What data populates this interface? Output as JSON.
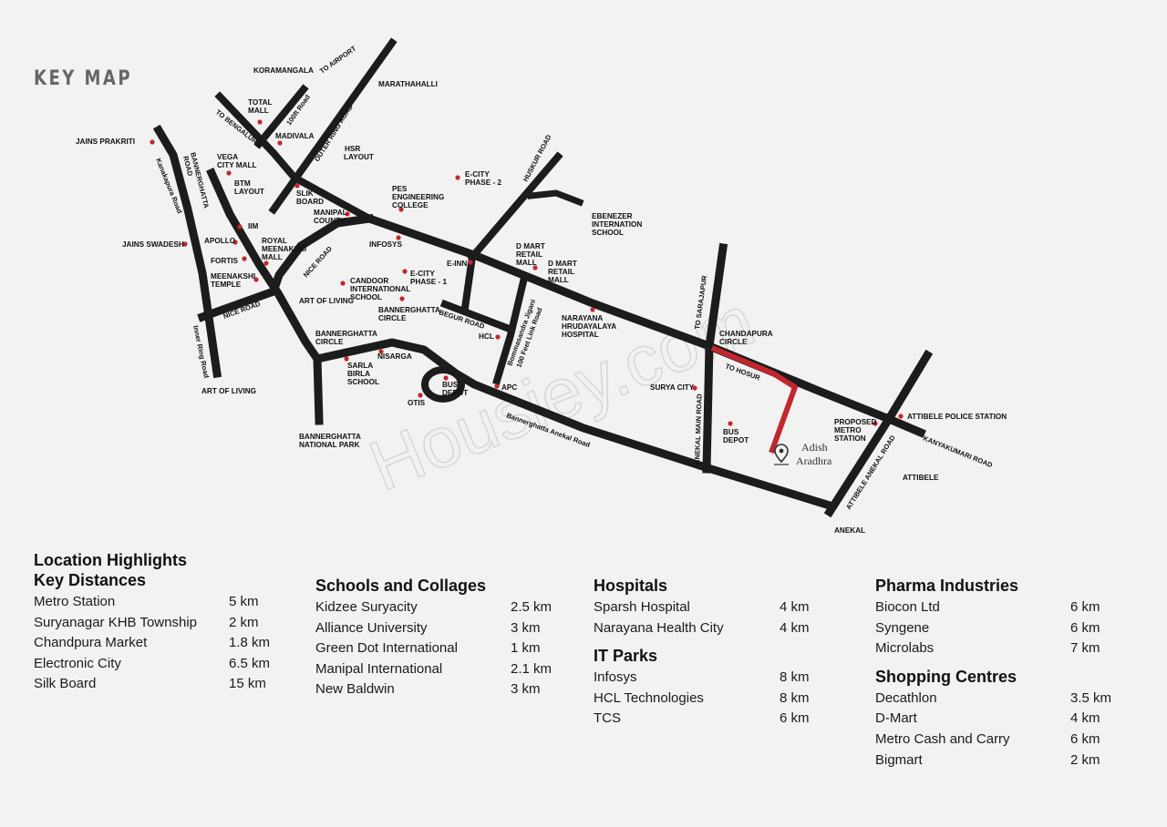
{
  "title": "KEY MAP",
  "map": {
    "watermark": "Housiey.com",
    "property_name_line1": "Adish",
    "property_name_line2": "Aradhra",
    "colors": {
      "road": "#1c1c1c",
      "highlight_road": "#c3272e",
      "marker": "#c3272e",
      "background": "#f2f2f2"
    },
    "place_labels": {
      "koramangala": "KORAMANGALA",
      "marathahalli": "MARATHAHALLI",
      "total_mall_1": "TOTAL",
      "total_mall_2": "MALL",
      "madivala": "MADIVALA",
      "jains_prakriti": "JAINS PRAKRITI",
      "vega_1": "VEGA",
      "vega_2": "CITY MALL",
      "btm_1": "BTM",
      "btm_2": "LAYOUT",
      "hsr_1": "HSR",
      "hsr_2": "LAYOUT",
      "silk_1": "SLIK",
      "silk_2": "BOARD",
      "pes_1": "PES",
      "pes_2": "ENGINEERING",
      "pes_3": "COLLEGE",
      "ecity2_1": "E-CITY",
      "ecity2_2": "PHASE - 2",
      "iim": "IIM",
      "manipal_1": "MANIPAL",
      "manipal_2": "COUNTY",
      "ebenezer_1": "EBENEZER",
      "ebenezer_2": "INTERNATION",
      "ebenezer_3": "SCHOOL",
      "jains_swadesh": "JAINS SWADESH",
      "apollo": "APOLLO",
      "royal_1": "ROYAL",
      "royal_2": "MEENAKSHI",
      "royal_3": "MALL",
      "infosys": "INFOSYS",
      "dmart1_1": "D MART",
      "dmart1_2": "RETAIL",
      "dmart1_3": "MALL",
      "dmart2_1": "D MART",
      "dmart2_2": "RETAIL",
      "dmart2_3": "MALL",
      "fortis": "FORTIS",
      "einn": "E-INN",
      "meenakshi_1": "MEENAKSHI",
      "meenakshi_2": "TEMPLE",
      "candoor_1": "CANDOOR",
      "candoor_2": "INTERNATIONAL",
      "candoor_3": "SCHOOL",
      "ecity1_1": "E-CITY",
      "ecity1_2": "PHASE - 1",
      "art_of_living_1": "ART OF LIVING",
      "bg_circle_n_1": "BANNERGHATTA",
      "bg_circle_n_2": "CIRCLE",
      "narayana_1": "NARAYANA",
      "narayana_2": "HRUDAYALAYA",
      "narayana_3": "HOSPITAL",
      "hcl": "HCL",
      "bg_circle_1": "BANNERGHATTA",
      "bg_circle_2": "CIRCLE",
      "chandapura_1": "CHANDAPURA",
      "chandapura_2": "CIRCLE",
      "nisarga": "NISARGA",
      "sarla_1": "SARLA",
      "sarla_2": "BIRLA",
      "sarla_3": "SCHOOL",
      "art_of_living_2": "ART OF LIVING",
      "bus_depot_1a": "BUS",
      "bus_depot_1b": "DEPOT",
      "apc": "APC",
      "surya_city": "SURYA CITY",
      "otis": "OTIS",
      "attibele_police": "ATTIBELE POLICE STATION",
      "proposed_1": "PROPOSED",
      "proposed_2": "METRO",
      "proposed_3": "STATION",
      "bus_depot_2a": "BUS",
      "bus_depot_2b": "DEPOT",
      "bnp_1": "BANNERGHATTA",
      "bnp_2": "NATIONAL PARK",
      "attibele": "ATTIBELE",
      "anekal": "ANEKAL"
    },
    "road_labels": {
      "to_airport": "TO AIRPORT",
      "road_100ft": "100ft Road",
      "to_bengaluru": "TO BENGALURU",
      "outer_ring": "OUTER RING ROAD",
      "huskur": "HUSKUR ROAD",
      "kanakapura": "Kanakapura Road",
      "bannerghatta_1": "BANNERGHATTA",
      "bannerghatta_2": "ROAD",
      "nice_road_1": "NICE ROAD",
      "nice_road_2": "NICE ROAD",
      "inner_ring": "Inner Ring Road",
      "begur": "BEGUR ROAD",
      "bommasandra_1": "Bommasandra Jigani",
      "bommasandra_2": "100 Feet Link Road",
      "to_sarjapur": "TO SARAJAPUR",
      "to_hosur": "TO HOSUR",
      "anekal_main": "ANEKAL MAIN ROAD",
      "bannerghatta_anekal": "Bannerghatta Anekal Road",
      "kanyakumari": "KANYAKUMARI ROAD",
      "attibele_anekal": "ATTIBELE ANEKAL ROAD"
    }
  },
  "sections": {
    "location": {
      "heading_1": "Location Highlights",
      "heading_2": "Key Distances",
      "items": [
        {
          "name": "Metro Station",
          "distance": "5 km"
        },
        {
          "name": "Suryanagar KHB Township",
          "distance": "2 km"
        },
        {
          "name": "Chandpura Market",
          "distance": "1.8 km"
        },
        {
          "name": "Electronic City",
          "distance": "6.5 km"
        },
        {
          "name": "Silk Board",
          "distance": "15 km"
        }
      ]
    },
    "schools": {
      "heading": "Schools and Collages",
      "items": [
        {
          "name": "Kidzee Suryacity",
          "distance": "2.5 km"
        },
        {
          "name": "Alliance University",
          "distance": "3 km"
        },
        {
          "name": "Green Dot International",
          "distance": "1 km"
        },
        {
          "name": "Manipal International",
          "distance": "2.1 km"
        },
        {
          "name": "New Baldwin",
          "distance": "3 km"
        }
      ]
    },
    "hospitals": {
      "heading": "Hospitals",
      "items": [
        {
          "name": "Sparsh Hospital",
          "distance": "4 km"
        },
        {
          "name": "Narayana Health City",
          "distance": "4 km"
        }
      ]
    },
    "it_parks": {
      "heading": "IT Parks",
      "items": [
        {
          "name": "Infosys",
          "distance": "8 km"
        },
        {
          "name": "HCL Technologies",
          "distance": "8 km"
        },
        {
          "name": "TCS",
          "distance": "6 km"
        }
      ]
    },
    "pharma": {
      "heading": "Pharma Industries",
      "items": [
        {
          "name": "Biocon Ltd",
          "distance": "6 km"
        },
        {
          "name": "Syngene",
          "distance": "6 km"
        },
        {
          "name": "Microlabs",
          "distance": "7 km"
        }
      ]
    },
    "shopping": {
      "heading": "Shopping Centres",
      "items": [
        {
          "name": "Decathlon",
          "distance": "3.5 km"
        },
        {
          "name": "D-Mart",
          "distance": "4 km"
        },
        {
          "name": "Metro Cash and Carry",
          "distance": "6 km"
        },
        {
          "name": "Bigmart",
          "distance": "2 km"
        }
      ]
    }
  }
}
